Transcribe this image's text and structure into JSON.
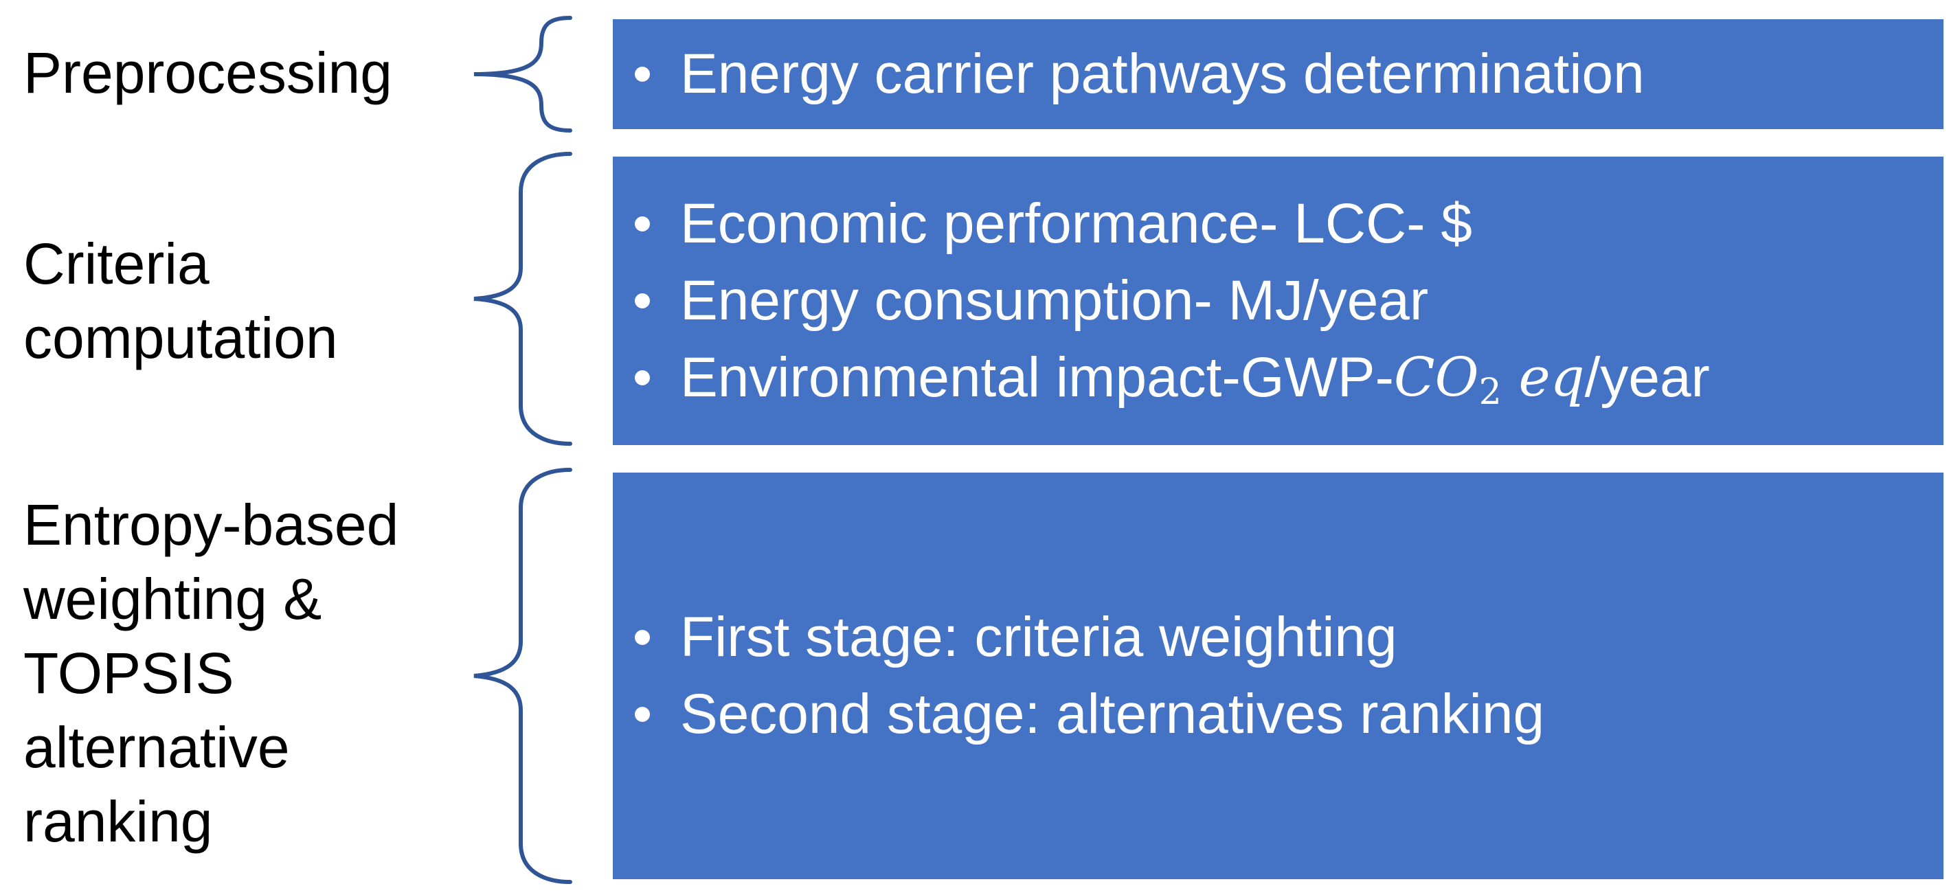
{
  "stages": [
    {
      "label_lines": [
        "Preprocessing"
      ],
      "bullets": [
        {
          "text": "Energy carrier pathways determination"
        }
      ]
    },
    {
      "label_lines": [
        "Criteria",
        "computation"
      ],
      "bullets": [
        {
          "text": "Economic performance- LCC- $"
        },
        {
          "text": "Energy consumption- MJ/year"
        },
        {
          "prefix": "Environmental impact-GWP-",
          "math_main": "CO",
          "math_sub": "2",
          "math_tail": " eq",
          "suffix": "/year"
        }
      ]
    },
    {
      "label_lines": [
        "Entropy-based",
        "weighting &",
        "TOPSIS",
        "alternative",
        "ranking"
      ],
      "bullets": [
        {
          "text": "First stage: criteria weighting"
        },
        {
          "text": "Second stage: alternatives ranking"
        }
      ]
    }
  ],
  "colors": {
    "box_fill": "#4472c4",
    "brace_stroke": "#2f5597",
    "box_text": "#ffffff",
    "label_text": "#000000"
  }
}
